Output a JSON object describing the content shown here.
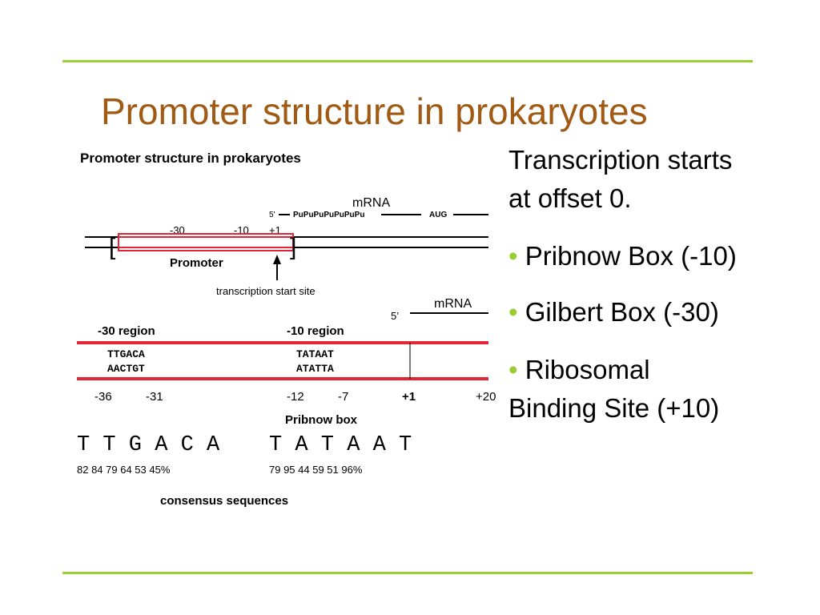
{
  "slide": {
    "title": "Promoter structure in prokaryotes",
    "accent_color": "#9acd32",
    "title_color": "#a05a14"
  },
  "right_text": {
    "intro_line1": "Transcription starts",
    "intro_line2": "at offset 0.",
    "bullet_symbol": "•",
    "bullets": [
      "Pribnow Box (-10)",
      "Gilbert Box (-30)",
      "Ribosomal",
      "Binding Site (+10)"
    ]
  },
  "figure": {
    "title": "Promoter structure in prokaryotes",
    "top": {
      "mrna_label": "mRNA",
      "five_prime": "5'",
      "pu_seq": "PuPuPuPuPuPuPu",
      "aug": "AUG",
      "pos_minus30": "-30",
      "pos_minus10": "-10",
      "pos_plus1": "+1",
      "bracket_left": "[",
      "bracket_right": "]",
      "promoter_label": "Promoter",
      "tss_label": "transcription start site"
    },
    "bottom": {
      "five_prime": "5’",
      "mrna_label": "mRNA",
      "region30_label": "-30 region",
      "region10_label": "-10 region",
      "seq30_top": "TTGACA",
      "seq30_bottom": "AACTGT",
      "seq10_top": "TATAAT",
      "seq10_bottom": "ATATTA",
      "pos": [
        "-36",
        "-31",
        "-12",
        "-7",
        "+1",
        "+20"
      ],
      "pribnow_label": "Pribnow box"
    },
    "consensus": {
      "seq30": "T T G A C A",
      "seq10": "T A T A A T",
      "pct30": "82  84  79  64  53  45%",
      "pct10": "79  95  44  59  51  96%",
      "label": "consensus sequences"
    },
    "red_color": "#e32636"
  }
}
